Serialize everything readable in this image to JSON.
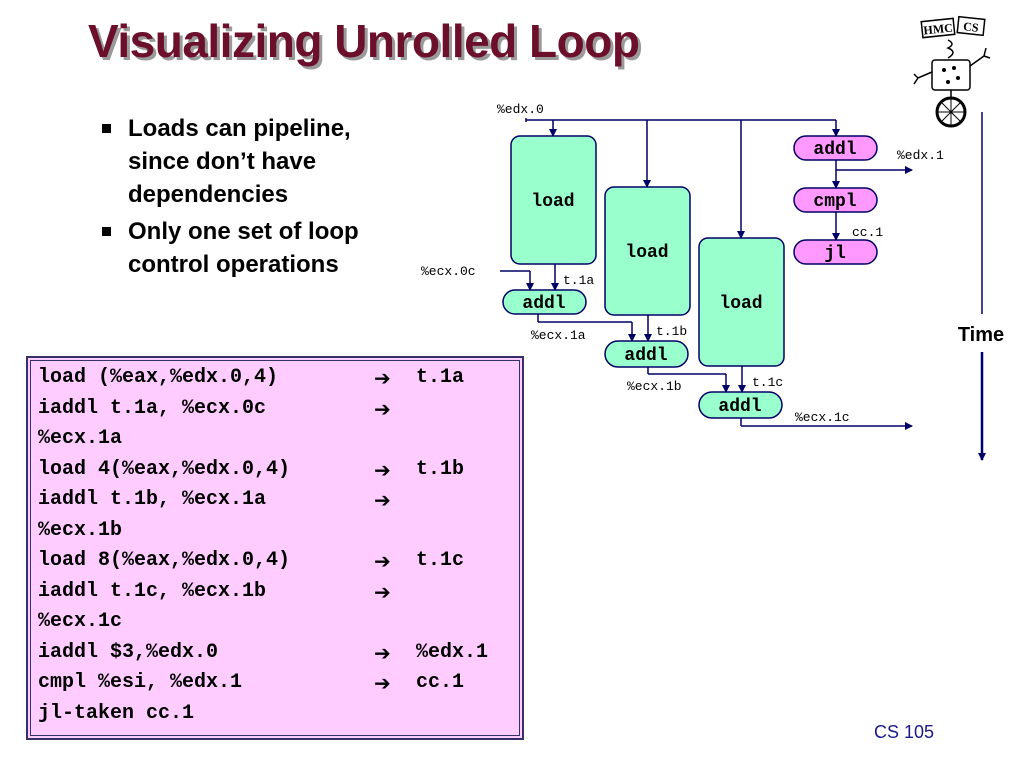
{
  "title": "Visualizing Unrolled Loop",
  "logo_text": [
    "HMC",
    "CS"
  ],
  "bullets": [
    "Loads can pipeline, since don’t have dependencies",
    "Only one set of loop control operations"
  ],
  "code_lines": [
    {
      "src": "load (%eax,%edx.0,4)",
      "arrow": "➔",
      "dst": "t.1a"
    },
    {
      "src": "iaddl t.1a, %ecx.0c",
      "arrow": "➔",
      "dst": ""
    },
    {
      "src": "%ecx.1a",
      "arrow": "",
      "dst": ""
    },
    {
      "src": "load 4(%eax,%edx.0,4)",
      "arrow": "➔",
      "dst": "t.1b"
    },
    {
      "src": "iaddl t.1b, %ecx.1a",
      "arrow": "➔",
      "dst": ""
    },
    {
      "src": "%ecx.1b",
      "arrow": "",
      "dst": ""
    },
    {
      "src": "load 8(%eax,%edx.0,4)",
      "arrow": "➔",
      "dst": "t.1c"
    },
    {
      "src": "iaddl t.1c, %ecx.1b",
      "arrow": "➔",
      "dst": ""
    },
    {
      "src": "%ecx.1c",
      "arrow": "",
      "dst": ""
    },
    {
      "src": "iaddl $3,%edx.0",
      "arrow": "➔",
      "dst": "%edx.1"
    },
    {
      "src": "cmpl %esi, %edx.1",
      "arrow": "➔",
      "dst": "cc.1"
    },
    {
      "src": "jl-taken cc.1",
      "arrow": "",
      "dst": ""
    }
  ],
  "diagram": {
    "nodes": {
      "load1": "load",
      "load2": "load",
      "load3": "load",
      "addl_a": "addl",
      "addl_b": "addl",
      "addl_c": "addl",
      "addl_edx": "addl",
      "cmpl": "cmpl",
      "jl": "jl"
    },
    "labels": {
      "edx0": "%edx.0",
      "edx1": "%edx.1",
      "cc1": "cc.1",
      "ecx0c": "%ecx.0c",
      "t1a": "t.1a",
      "ecx1a": "%ecx.1a",
      "t1b": "t.1b",
      "ecx1b": "%ecx.1b",
      "t1c": "t.1c",
      "ecx1c": "%ecx.1c"
    },
    "colors": {
      "load": "#99ffcc",
      "pink": "#ff99ff",
      "line": "#000066"
    }
  },
  "time_label": "Time",
  "footer": "CS 105"
}
